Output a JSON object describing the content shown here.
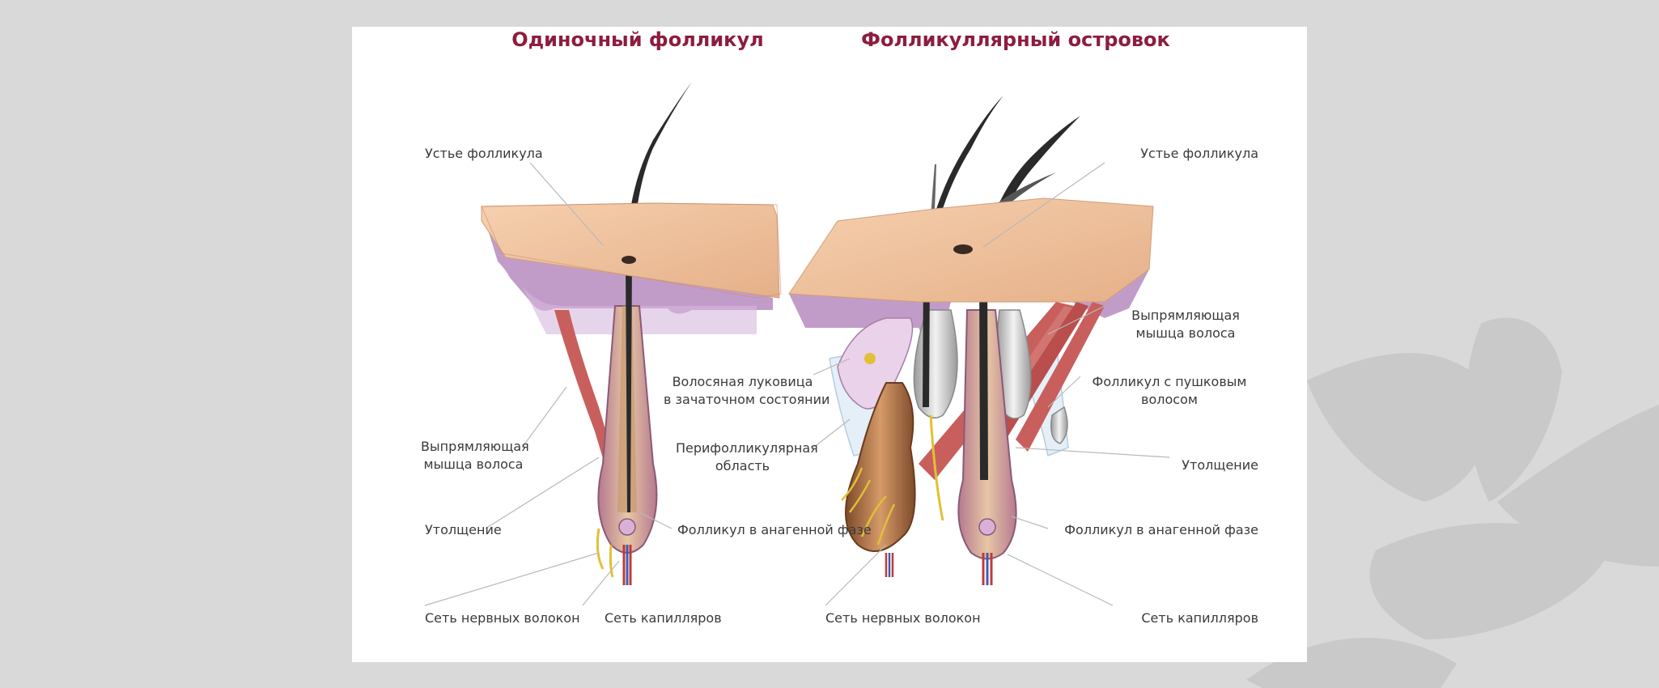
{
  "titles": {
    "single": "Одиночный фолликул",
    "unit": "Фолликуллярный островок"
  },
  "labels": {
    "left": {
      "ostium": "Устье фолликула",
      "arrector_1": "Выпрямляющая",
      "arrector_2": "мышца волоса",
      "bulge": "Утолщение",
      "anagen": "Фолликул в анагенной фазе",
      "nerves": "Сеть нервных волокон",
      "capillaries": "Сеть капилляров"
    },
    "right": {
      "ostium": "Устье фолликула",
      "arrector_1": "Выпрямляющая",
      "arrector_2": "мышца волоса",
      "bulb_1": "Волосяная луковица",
      "bulb_2": "в зачаточном состоянии",
      "vellus_1": "Фолликул с пушковым",
      "vellus_2": "волосом",
      "perifollicular_1": "Перифолликулярная",
      "perifollicular_2": "область",
      "bulge": "Утолщение",
      "anagen": "Фолликул в анагенной фазе",
      "nerves": "Сеть нервных волокон",
      "capillaries": "Сеть капилляров"
    }
  },
  "colors": {
    "title": "#8c1d3e",
    "skin": "#efc39e",
    "dermis": "#b78bc0",
    "muscle": "#c85f5c",
    "hair": "#2a2a2a",
    "background": "#d9d9d9"
  }
}
